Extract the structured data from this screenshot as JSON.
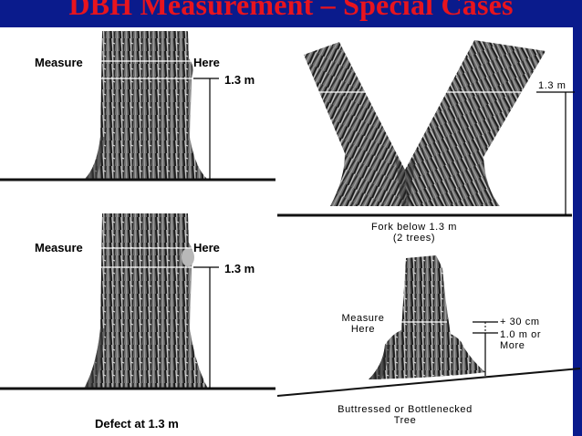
{
  "title": "DBH Measurement – Special Cases",
  "panels": {
    "top_left": {
      "measure": "Measure",
      "here": "Here",
      "height": "1.3 m"
    },
    "bottom_left": {
      "measure": "Measure",
      "here": "Here",
      "height": "1.3 m",
      "caption": "Defect at 1.3 m"
    },
    "fork": {
      "height": "1.3 m",
      "caption_line1": "Fork below 1.3 m",
      "caption_line2": "(2 trees)"
    },
    "buttress": {
      "measure": "Measure",
      "here": "Here",
      "plus": "+ 30 cm",
      "min_line1": "1.0 m or",
      "min_line2": "More",
      "caption_line1": "Buttressed or Bottlenecked",
      "caption_line2": "Tree"
    }
  },
  "colors": {
    "title_bar": "#0a1b8c",
    "title_text": "#e8141e"
  }
}
